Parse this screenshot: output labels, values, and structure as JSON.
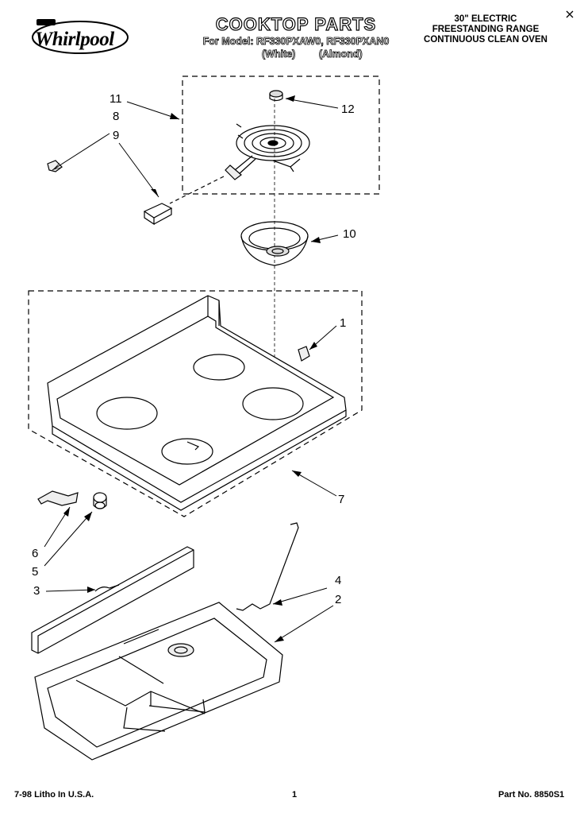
{
  "brand": {
    "name": "Whirlpool",
    "trademark": "Whirlpool"
  },
  "header": {
    "title": "COOKTOP PARTS",
    "models_line": "For Model: RF330PXAW0, RF330PXAN0",
    "color_white": "(White)",
    "color_almond": "(Almond)",
    "spec_line1": "30\" ELECTRIC",
    "spec_line2": "FREESTANDING RANGE",
    "spec_line3": "CONTINUOUS CLEAN OVEN"
  },
  "callouts": [
    "1",
    "2",
    "3",
    "4",
    "5",
    "6",
    "7",
    "8",
    "9",
    "10",
    "11",
    "12"
  ],
  "footer": {
    "litho": "7-98 Litho In U.S.A.",
    "page": "1",
    "part_no": "Part No. 8850S1"
  }
}
